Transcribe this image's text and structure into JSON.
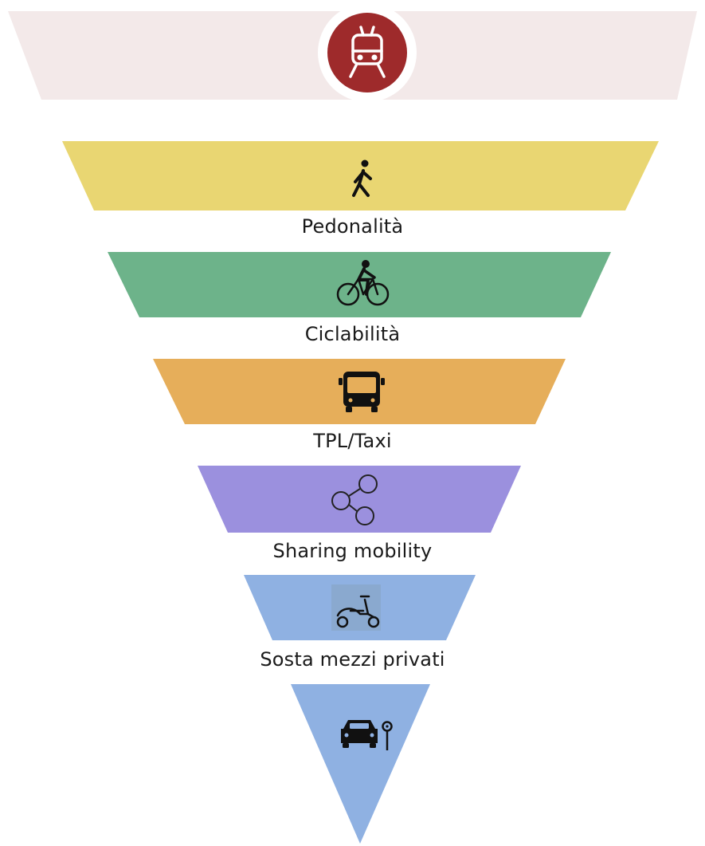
{
  "hub": {
    "icon": "train-icon",
    "color": "#9e2a2b",
    "band_color": "#f3e9e9"
  },
  "tiers": [
    {
      "label": "Pedonalità",
      "icon": "pedestrian-icon",
      "color": "#e9d672"
    },
    {
      "label": "Ciclabilità",
      "icon": "bicycle-icon",
      "color": "#6db38a"
    },
    {
      "label": "TPL/Taxi",
      "icon": "bus-icon",
      "color": "#e6ae5a"
    },
    {
      "label": "Sharing mobility",
      "icon": "share-icon",
      "color": "#9b90de"
    },
    {
      "label": "Sosta mezzi privati",
      "icon": "scooter-icon",
      "color": "#8fb1e2"
    },
    {
      "label": "",
      "icon": "car-parking-icon",
      "color": "#8fb1e2"
    }
  ]
}
